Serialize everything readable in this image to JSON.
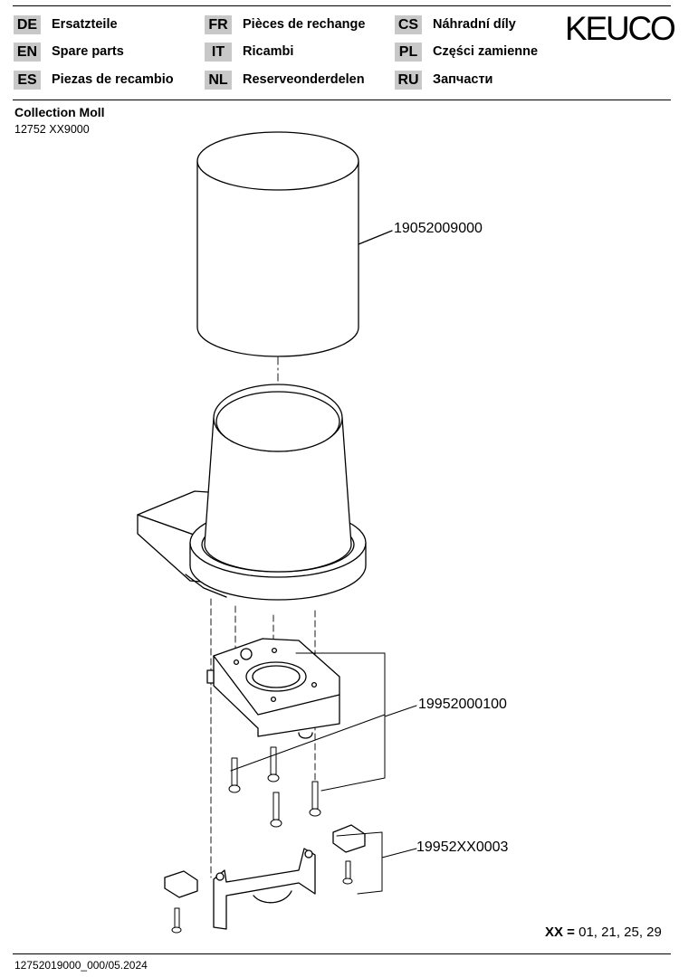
{
  "header": {
    "languages": [
      {
        "code": "DE",
        "text": "Ersatzteile"
      },
      {
        "code": "EN",
        "text": "Spare parts"
      },
      {
        "code": "ES",
        "text": "Piezas de recambio"
      },
      {
        "code": "FR",
        "text": "Pièces de rechange"
      },
      {
        "code": "IT",
        "text": "Ricambi"
      },
      {
        "code": "NL",
        "text": "Reserveonderdelen"
      },
      {
        "code": "CS",
        "text": "Náhradní díly"
      },
      {
        "code": "PL",
        "text": "Części zamienne"
      },
      {
        "code": "RU",
        "text": "Запчасти"
      }
    ],
    "logo": "KEUCO"
  },
  "product": {
    "title": "Collection Moll",
    "number": "12752 XX9000"
  },
  "parts": [
    {
      "number": "19052009000"
    },
    {
      "number": "19952000100"
    },
    {
      "number": "19952XX0003"
    }
  ],
  "finishes": {
    "label": "XX =",
    "values": "01, 21, 25, 29"
  },
  "footer": {
    "doc_id": "12752019000_000/05.2024"
  }
}
